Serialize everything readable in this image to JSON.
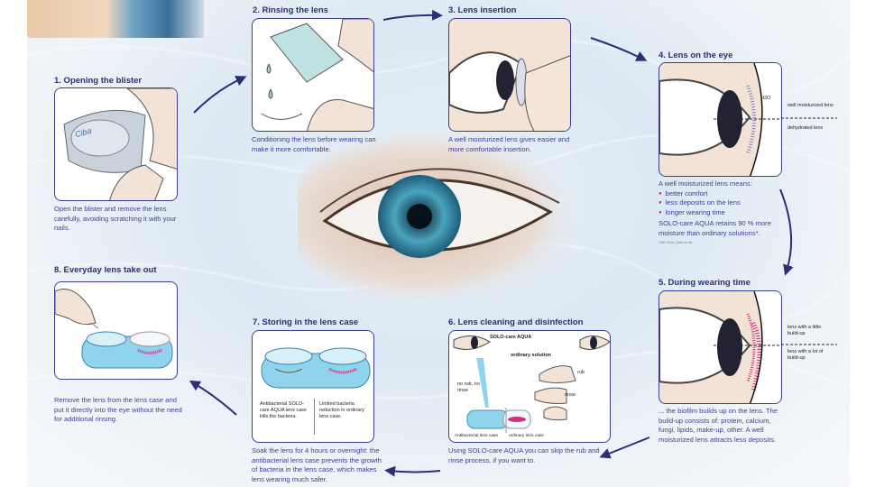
{
  "steps": [
    {
      "title": "1. Opening the blister",
      "text": "Open the blister and remove the lens carefully, avoiding scratching it with your nails."
    },
    {
      "title": "2. Rinsing the lens",
      "text": "Conditioning the lens before wearing can make it more comfortable."
    },
    {
      "title": "3. Lens insertion",
      "text": "A well moisturized lens gives easier and more comfortable insertion."
    },
    {
      "title": "4. Lens on the eye",
      "intro": "A well moisturized lens means:",
      "bullets": [
        "better comfort",
        "less deposits on the lens",
        "longer wearing time"
      ],
      "text": "SOLO-care AQUA retains 90 % more moisture than ordinary solutions*.",
      "footnote": "*GfK Vision, Data on file",
      "labels": {
        "h2o": "H2O",
        "top": "well moisturized lens",
        "bottom": "dehydrated lens"
      }
    },
    {
      "title": "5. During wearing time",
      "text": "... the biofilm builds up on the lens. The build-up consists of: protein, calcium, fungi, lipids, make-up, other. A well moisturized lens attracts less deposits.",
      "labels": {
        "top": "lens with a little build-up",
        "bottom": "lens with a lot of build-up"
      }
    },
    {
      "title": "6. Lens cleaning and disinfection",
      "text": "Using SOLO-care AQUA you can skip the rub and rinse process, if you want to.",
      "labels": {
        "product": "SOLO-care AQUA",
        "ordinary": "ordinary solution",
        "norub": "no rub, no rinse",
        "rub": "rub",
        "rinse": "rinse",
        "case1": "Antibacterial lens case",
        "case2": "ordinary lens case"
      }
    },
    {
      "title": "7. Storing in the lens case",
      "text": "Soak the lens for 4 hours or overnight: the antibacterial  lens case prevents the growth of bacteria in the lens case, which makes lens wearing much safer.",
      "labels": {
        "left": "Antibacterial SOLO-care AQUA lens case kills the bacteria.",
        "right": "Limited bacteria reduction in ordinary lens case."
      }
    },
    {
      "title": "8. Everyday lens take out",
      "text": "Remove the lens from the lens case and put it directly into the eye without the need for additional rinsing."
    }
  ],
  "blister_brand": "Ciba"
}
